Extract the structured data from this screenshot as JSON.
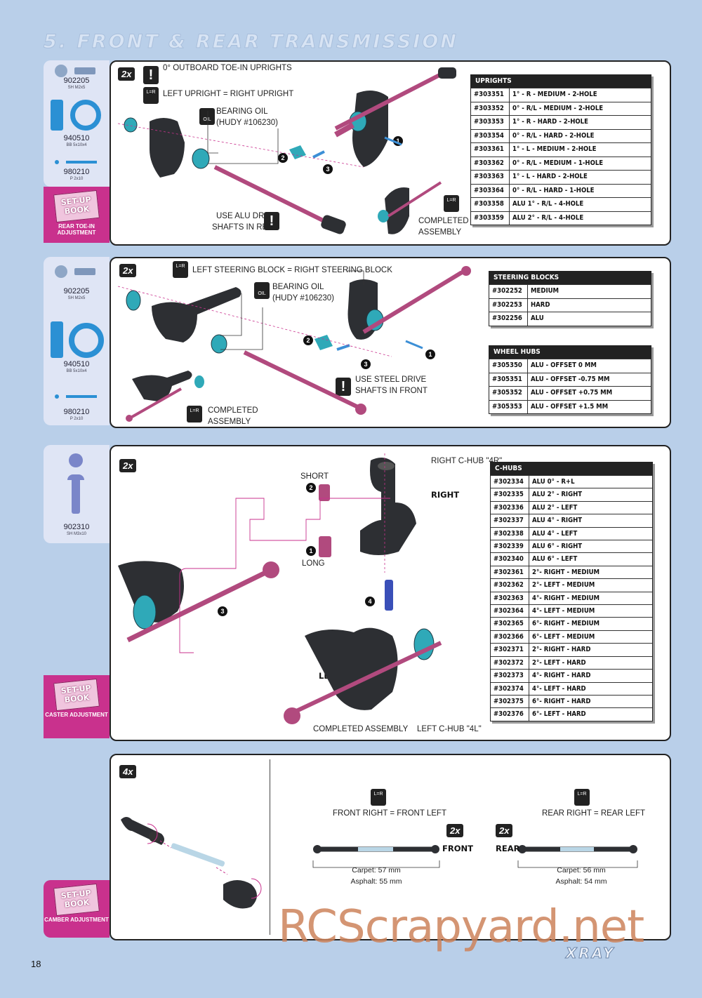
{
  "page_title": "5. FRONT & REAR TRANSMISSION",
  "page_number": "18",
  "watermark": "RCScrapyard.net",
  "brand": "XRAY",
  "section1": {
    "parts": [
      {
        "code": "902205",
        "desc": "SH M2x5"
      },
      {
        "code": "940510",
        "desc": "BB 5x10x4"
      },
      {
        "code": "980210",
        "desc": "P 2x10"
      }
    ],
    "setup_book": "SET-UP BOOK",
    "setup_label": "REAR TOE-IN ADJUSTMENT",
    "multiplier": "2x",
    "labels": {
      "toe_in": "0° OUTBOARD TOE-IN UPRIGHTS",
      "left_right": "LEFT UPRIGHT = RIGHT UPRIGHT",
      "bearing_oil": "BEARING OIL",
      "hudy": "(HUDY #106230)",
      "alu_drive1": "USE ALU DRIVE",
      "alu_drive2": "SHAFTS IN REAR",
      "completed1": "COMPLETED",
      "completed2": "ASSEMBLY"
    },
    "table": {
      "title": "UPRIGHTS",
      "rows": [
        [
          "#303351",
          "1° - R - MEDIUM - 2-HOLE"
        ],
        [
          "#303352",
          "0° - R/L - MEDIUM  - 2-HOLE"
        ],
        [
          "#303353",
          "1° - R - HARD - 2-HOLE"
        ],
        [
          "#303354",
          "0° - R/L - HARD  - 2-HOLE"
        ],
        [
          "#303361",
          "1° - L - MEDIUM  - 2-HOLE"
        ],
        [
          "#303362",
          "0° - R/L - MEDIUM  - 1-HOLE"
        ],
        [
          "#303363",
          "1° - L - HARD  - 2-HOLE"
        ],
        [
          "#303364",
          "0° - R/L - HARD  - 1-HOLE"
        ],
        [
          "#303358",
          "ALU 1° - R/L - 4-HOLE"
        ],
        [
          "#303359",
          "ALU 2° - R/L - 4-HOLE"
        ]
      ]
    }
  },
  "section2": {
    "parts": [
      {
        "code": "902205",
        "desc": "SH M2x5"
      },
      {
        "code": "940510",
        "desc": "BB 5x10x4"
      },
      {
        "code": "980210",
        "desc": "P 2x10"
      }
    ],
    "multiplier": "2x",
    "labels": {
      "left_right": "LEFT STEERING BLOCK = RIGHT STEERING BLOCK",
      "bearing_oil": "BEARING OIL",
      "hudy": "(HUDY #106230)",
      "steel_drive1": "USE STEEL DRIVE",
      "steel_drive2": "SHAFTS IN FRONT",
      "completed1": "COMPLETED",
      "completed2": "ASSEMBLY"
    },
    "table_steering": {
      "title": "STEERING BLOCKS",
      "rows": [
        [
          "#302252",
          "MEDIUM"
        ],
        [
          "#302253",
          "HARD"
        ],
        [
          "#302256",
          "ALU"
        ]
      ]
    },
    "table_hubs": {
      "title": "WHEEL HUBS",
      "rows": [
        [
          "#305350",
          "ALU - OFFSET 0 MM"
        ],
        [
          "#305351",
          "ALU - OFFSET -0.75 MM"
        ],
        [
          "#305352",
          "ALU - OFFSET +0.75 MM"
        ],
        [
          "#305353",
          "ALU - OFFSET +1.5 MM"
        ]
      ]
    }
  },
  "section3": {
    "parts": [
      {
        "code": "902310",
        "desc": "SH M3x10"
      }
    ],
    "setup_book": "SET-UP BOOK",
    "setup_label": "CASTER ADJUSTMENT",
    "multiplier": "2x",
    "labels": {
      "right_chub": "RIGHT C-HUB \"4R\"",
      "short": "SHORT",
      "long": "LONG",
      "right": "RIGHT",
      "left": "LEFT",
      "completed": "COMPLETED ASSEMBLY",
      "left_chub": "LEFT C-HUB  \"4L\""
    },
    "table": {
      "title": "C-HUBS",
      "rows": [
        [
          "#302334",
          "ALU 0° - R+L"
        ],
        [
          "#302335",
          "ALU 2° - RIGHT"
        ],
        [
          "#302336",
          "ALU 2° - LEFT"
        ],
        [
          "#302337",
          "ALU 4° - RIGHT"
        ],
        [
          "#302338",
          "ALU 4° - LEFT"
        ],
        [
          "#302339",
          "ALU 6° - RIGHT"
        ],
        [
          "#302340",
          "ALU 6° - LEFT"
        ],
        [
          "#302361",
          "2°- RIGHT - MEDIUM"
        ],
        [
          "#302362",
          "2°- LEFT - MEDIUM"
        ],
        [
          "#302363",
          "4°- RIGHT - MEDIUM"
        ],
        [
          "#302364",
          "4°- LEFT - MEDIUM"
        ],
        [
          "#302365",
          "6°- RIGHT - MEDIUM"
        ],
        [
          "#302366",
          "6°- LEFT - MEDIUM"
        ],
        [
          "#302371",
          "2°- RIGHT - HARD"
        ],
        [
          "#302372",
          "2°- LEFT - HARD"
        ],
        [
          "#302373",
          "4°- RIGHT - HARD"
        ],
        [
          "#302374",
          "4°- LEFT - HARD"
        ],
        [
          "#302375",
          "6°- RIGHT - HARD"
        ],
        [
          "#302376",
          "6°- LEFT - HARD"
        ]
      ]
    }
  },
  "section4": {
    "setup_book": "SET-UP BOOK",
    "setup_label": "CAMBER ADJUSTMENT",
    "multiplier": "4x",
    "front": {
      "equal": "FRONT RIGHT = FRONT LEFT",
      "multiplier": "2x",
      "label": "FRONT",
      "carpet": "Carpet: 57 mm",
      "asphalt": "Asphalt: 55 mm"
    },
    "rear": {
      "equal": "REAR RIGHT = REAR LEFT",
      "multiplier": "2x",
      "label": "REAR",
      "carpet": "Carpet: 56 mm",
      "asphalt": "Asphalt: 54 mm"
    }
  },
  "icons": {
    "lr": "L=R",
    "oil": "OIL",
    "exclaim": "!"
  },
  "colors": {
    "background": "#b9cfe9",
    "sidebar": "#dfe5f5",
    "setup_magenta": "#c9318d",
    "shaft_pink": "#b14a7e",
    "bearing_cyan": "#2fa9b8",
    "part_blue": "#3c8fd6",
    "dark_part": "#2d2f33"
  }
}
